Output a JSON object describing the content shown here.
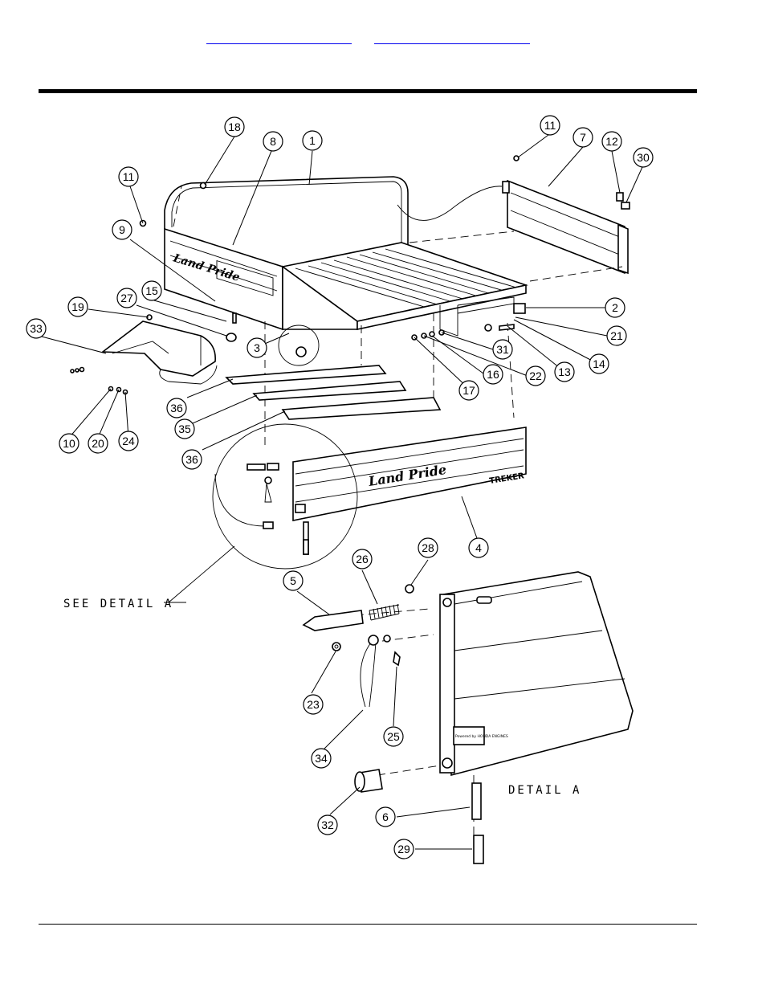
{
  "header": {
    "links": [
      {
        "label": ""
      },
      {
        "label": ""
      }
    ]
  },
  "diagram": {
    "see_detail_label": "SEE DETAIL  A",
    "detail_label": "DETAIL  A",
    "brand_text": "Land Pride",
    "tailgate_text": "TREKER",
    "engine_badge": "Powered by HONDA ENGINES"
  },
  "callouts": [
    {
      "n": "18"
    },
    {
      "n": "8"
    },
    {
      "n": "1"
    },
    {
      "n": "11"
    },
    {
      "n": "9"
    },
    {
      "n": "11"
    },
    {
      "n": "7"
    },
    {
      "n": "12"
    },
    {
      "n": "30"
    },
    {
      "n": "15"
    },
    {
      "n": "27"
    },
    {
      "n": "19"
    },
    {
      "n": "33"
    },
    {
      "n": "3"
    },
    {
      "n": "2"
    },
    {
      "n": "21"
    },
    {
      "n": "31"
    },
    {
      "n": "16"
    },
    {
      "n": "22"
    },
    {
      "n": "13"
    },
    {
      "n": "14"
    },
    {
      "n": "17"
    },
    {
      "n": "36"
    },
    {
      "n": "35"
    },
    {
      "n": "36"
    },
    {
      "n": "10"
    },
    {
      "n": "20"
    },
    {
      "n": "24"
    },
    {
      "n": "4"
    },
    {
      "n": "28"
    },
    {
      "n": "26"
    },
    {
      "n": "5"
    },
    {
      "n": "23"
    },
    {
      "n": "25"
    },
    {
      "n": "34"
    },
    {
      "n": "32"
    },
    {
      "n": "6"
    },
    {
      "n": "29"
    }
  ]
}
